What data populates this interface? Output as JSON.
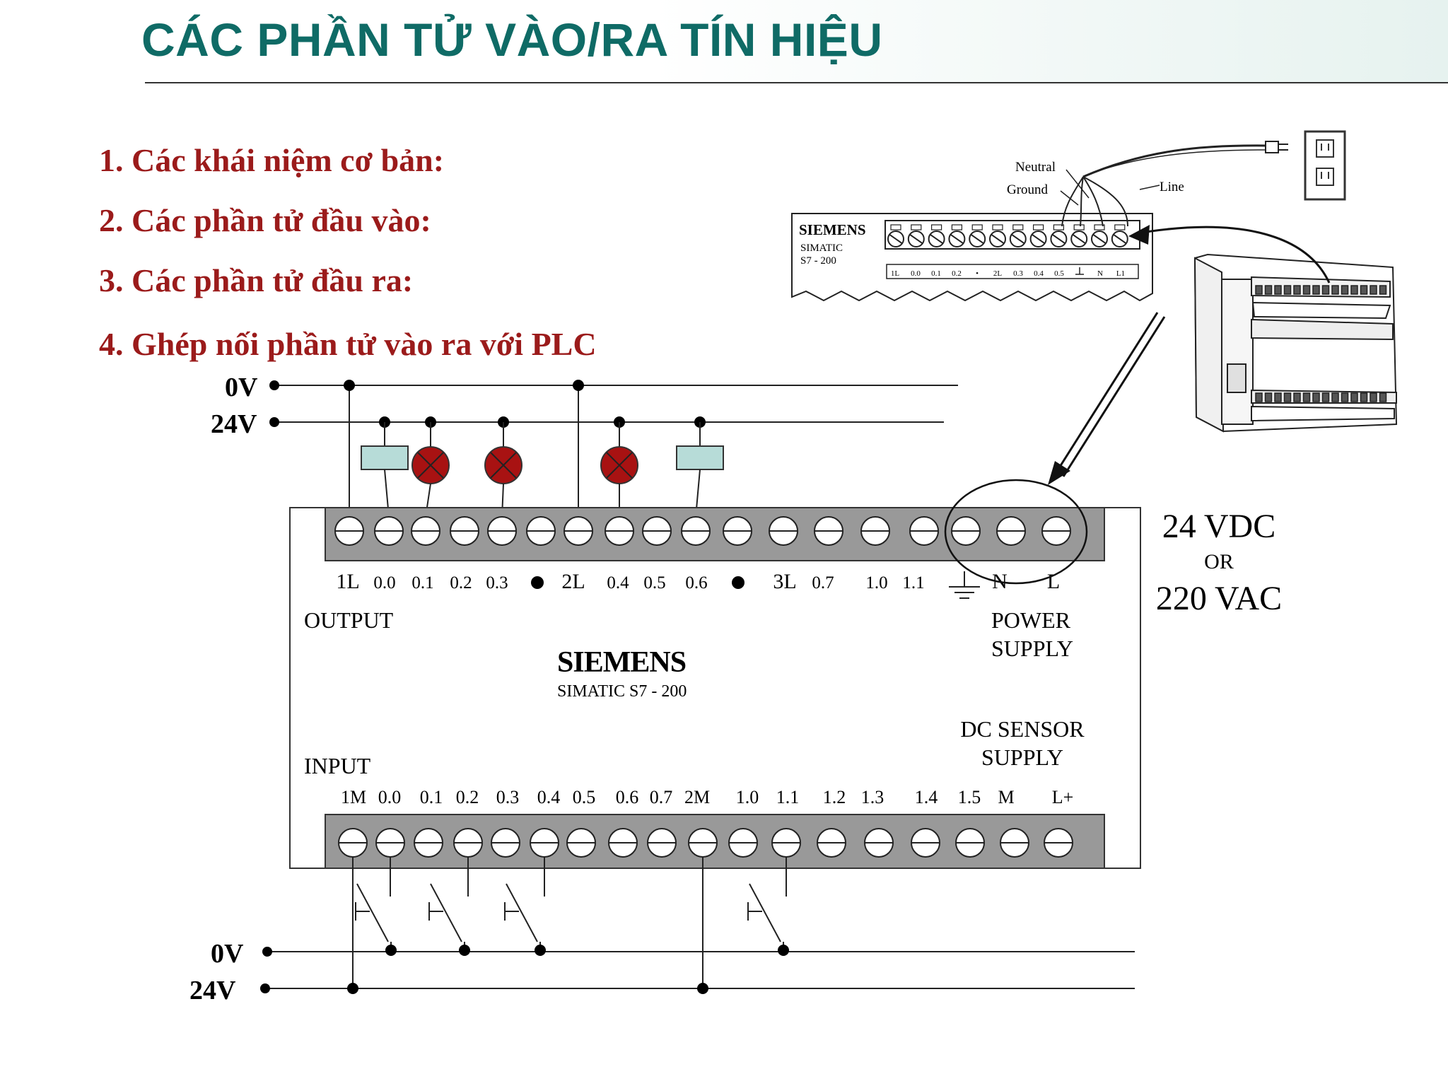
{
  "title": "CÁC PHẦN TỬ VÀO/RA TÍN HIỆU",
  "topics": [
    "1. Các khái niệm cơ bản:",
    "2. Các phần tử đầu vào:",
    "3. Các phần tử đầu ra:",
    "4. Ghép nối phần tử vào ra với PLC"
  ],
  "rails": {
    "zero_v": "0V",
    "twentyfour_v": "24V"
  },
  "plc": {
    "brand": "SIEMENS",
    "model": "SIMATIC S7 - 200",
    "output_label": "OUTPUT",
    "input_label": "INPUT",
    "power_supply": [
      "POWER",
      "SUPPLY"
    ],
    "dc_sensor_supply": [
      "DC SENSOR",
      "SUPPLY"
    ],
    "output_terminals": [
      "1L",
      "0.0",
      "0.1",
      "0.2",
      "0.3",
      "•",
      "2L",
      "0.4",
      "0.5",
      "0.6",
      "•",
      "3L",
      "0.7",
      "1.0",
      "1.1",
      "⏚",
      "N",
      "L"
    ],
    "input_terminals": [
      "1M",
      "0.0",
      "0.1",
      "0.2",
      "0.3",
      "0.4",
      "0.5",
      "0.6",
      "0.7",
      "2M",
      "1.0",
      "1.1",
      "1.2",
      "1.3",
      "1.4",
      "1.5",
      "M",
      "L+"
    ]
  },
  "supply_options": {
    "dc": "24 VDC",
    "or": "OR",
    "ac": "220 VAC"
  },
  "inset": {
    "brand": "SIEMENS",
    "model_line1": "SIMATIC",
    "model_line2": "S7 - 200",
    "labels": {
      "neutral": "Neutral",
      "ground": "Ground",
      "line": "Line"
    },
    "terminal_labels": [
      "1L",
      "0.0",
      "0.1",
      "0.2",
      "•",
      "2L",
      "0.3",
      "0.4",
      "0.5",
      "⏚",
      "N",
      "L1"
    ]
  },
  "colors": {
    "title": "#0f6b66",
    "topics": "#9b1b1b",
    "lamp": "#a81212",
    "relay_coil": "#b7dcd8",
    "terminal_strip": "#999999"
  }
}
